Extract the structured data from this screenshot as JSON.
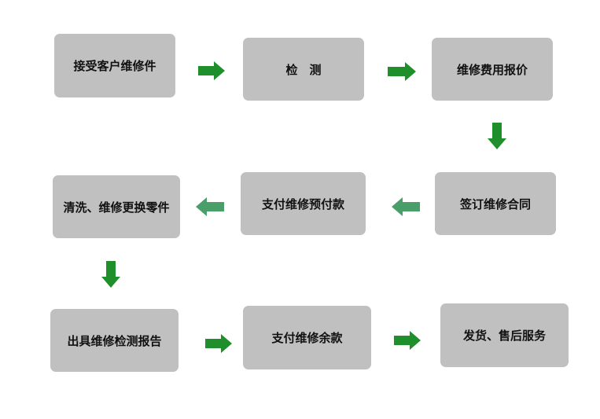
{
  "steps": [
    "接受客户维修件",
    "检　测",
    "维修费用报价",
    "签订维修合同",
    "支付维修预付款",
    "清洗、维修更换零件",
    "出具维修检测报告",
    "支付维修余款",
    "发货、售后服务"
  ],
  "colors": {
    "box": "#c0c0c0",
    "arrow_dark": "#1e8f2a",
    "arrow_light": "#4a9e6a"
  }
}
